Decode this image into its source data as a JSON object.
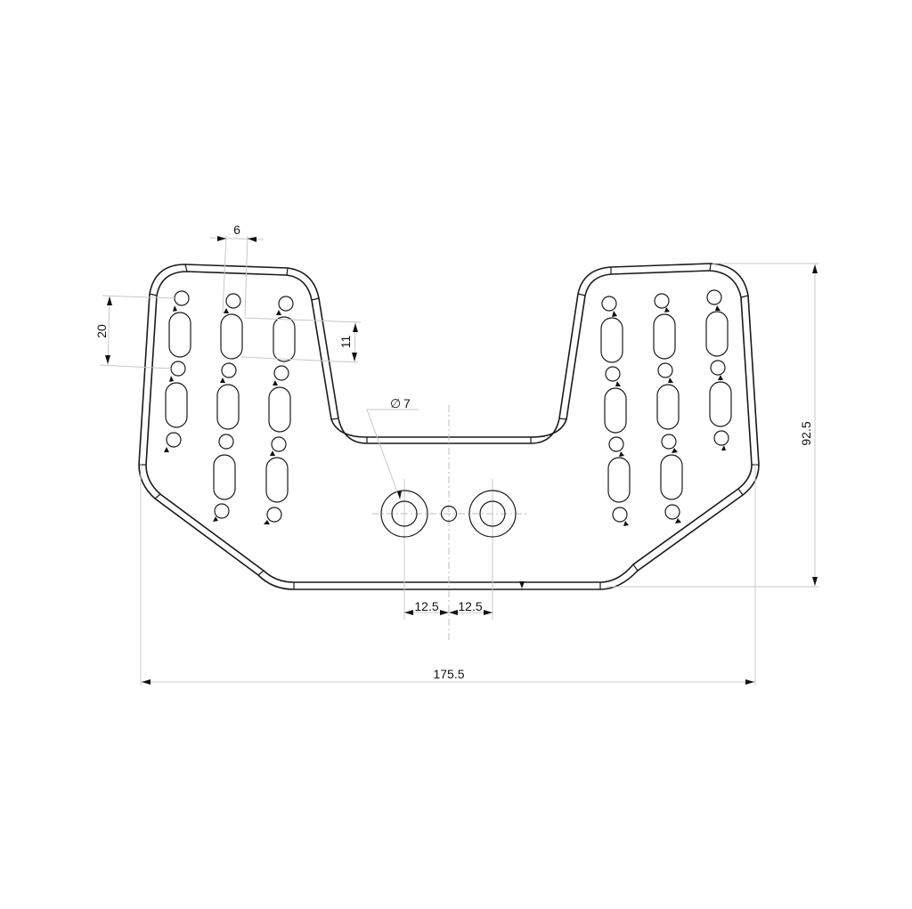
{
  "drawing": {
    "type": "technical-drawing",
    "subject": "sheet metal mounting plate with slotted holes",
    "units": "mm",
    "line_color": "#1a1a1a",
    "dimension_line_color": "#c8c8c8",
    "background": "#ffffff"
  },
  "dimensions": {
    "overall_width": "175.5",
    "overall_height": "92.5",
    "slot_pitch": "20",
    "slot_width": "6",
    "slot_height": "11",
    "hole_diameter_symbol": "∅",
    "hole_diameter": "7",
    "hole_offset_left": "12.5",
    "hole_offset_right": "12.5"
  },
  "features": {
    "left_slot_columns": 3,
    "right_slot_columns": 3,
    "center_holes": [
      {
        "name": "left-counterbore-hole",
        "outer_d": "counterbore",
        "inner_d": "7"
      },
      {
        "name": "center-pilot-hole"
      },
      {
        "name": "right-counterbore-hole",
        "outer_d": "counterbore",
        "inner_d": "7"
      }
    ]
  }
}
